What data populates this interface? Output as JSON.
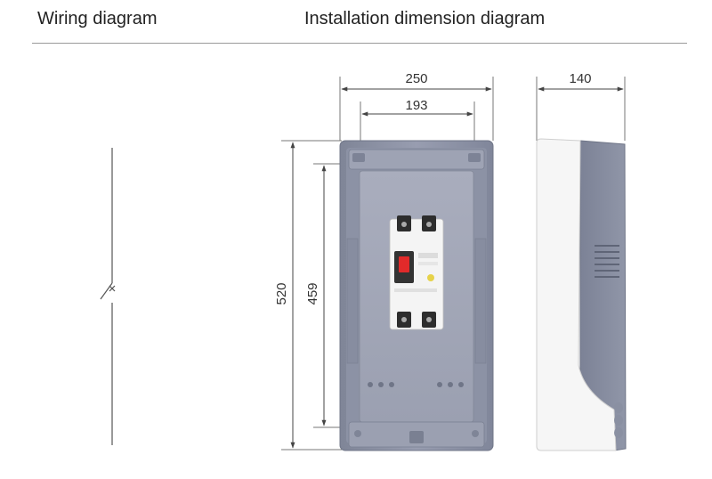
{
  "headings": {
    "wiring": "Wiring diagram",
    "installation": "Installation dimension diagram"
  },
  "dimensions": {
    "total_width": "250",
    "inner_width": "193",
    "depth": "140",
    "total_height": "520",
    "inner_height": "459"
  },
  "colors": {
    "box_body": "#8f95a8",
    "box_inner": "#a3a8b8",
    "side_cover": "#f6f6f6",
    "breaker": "#f4f4f4",
    "switch_red": "#e12a2a",
    "dimension_line": "#444444"
  }
}
